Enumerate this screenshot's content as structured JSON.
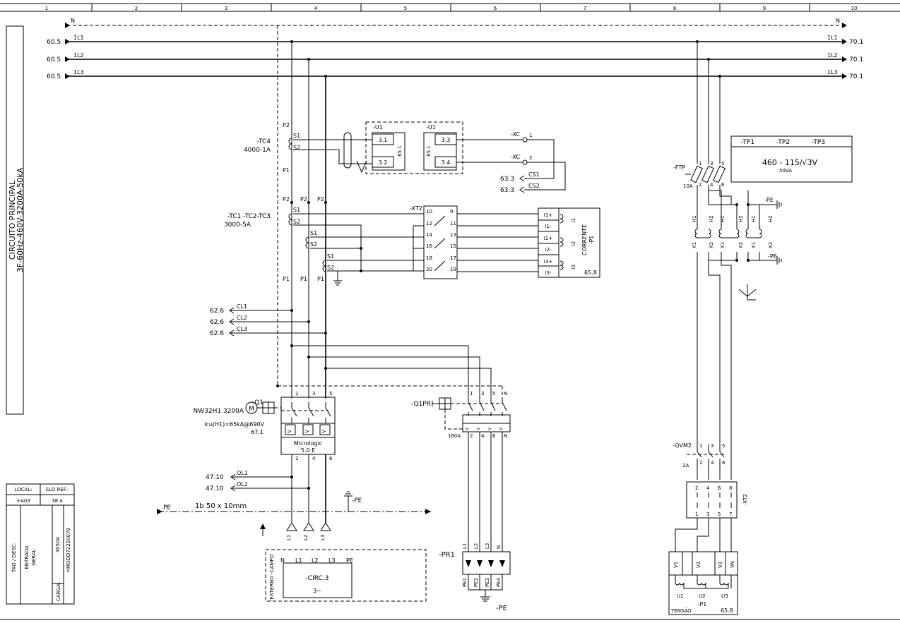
{
  "ruler": [
    "1",
    "2",
    "3",
    "4",
    "5",
    "6",
    "7",
    "8",
    "9",
    "10"
  ],
  "title_block": {
    "vertical_title": "CIRCUITO PRINCIPAL",
    "vertical_subtitle": "3F-60Hz-460V-3200A-50kA",
    "local_label": "LOCAL:",
    "local_value": "+A03",
    "sld_label": "SLD REF.:",
    "sld_value": "38.4",
    "tag_label": "TAG / DESC:",
    "tag_desc_1": "ENTRADA",
    "tag_desc_2": "GERAL",
    "rating": "3050A",
    "code": "=MODD72220078",
    "carga_label": "CARGA:"
  },
  "bus": {
    "n_left": "N",
    "n_right": "N",
    "left_refs": [
      "60.5",
      "60.5",
      "60.5"
    ],
    "right_refs": [
      "70.1",
      "70.1",
      "70.1"
    ],
    "phases": [
      "1L1",
      "1L2",
      "1L3"
    ]
  },
  "tc4": {
    "tag": "-TC4",
    "ratio": "4000-1A",
    "p2": "P2",
    "p1": "P1",
    "s1": "S1",
    "s2": "S2"
  },
  "u1": {
    "tag_a": "-U1",
    "tag_b": "-U1",
    "t31": "3.1",
    "t32": "3.2",
    "t33": "3.3",
    "t34": "3.4",
    "ref_a": "65.1",
    "ref_b": "65.1"
  },
  "xc": {
    "tag1": "-XC",
    "tag2": "-XC",
    "n1": "1",
    "n2": "2",
    "cs1": "CS1",
    "cs2": "CS2",
    "ref1": "63.3",
    "ref2": "63.3"
  },
  "tc123": {
    "tag": "-TC1 -TC2-TC3",
    "ratio": "3000-5A",
    "p2": "P2",
    "p1": "P1",
    "s1": "S1",
    "s2": "S2"
  },
  "xt2a": {
    "tag": "-XT2",
    "left": [
      "10",
      "12",
      "14",
      "16",
      "18",
      "20"
    ],
    "right": [
      "9",
      "11",
      "13",
      "15",
      "17",
      "19"
    ]
  },
  "p1_current": {
    "terms": [
      "I1+",
      "I1-",
      "I2+",
      "I2-",
      "I3+",
      "I3-"
    ],
    "coils": [
      "I1",
      "I2",
      "I3"
    ],
    "name": "CORRENTE",
    "tag": "-P1",
    "ref": "65.8"
  },
  "cl": {
    "refs": [
      "62.6",
      "62.6",
      "62.6"
    ],
    "labels": [
      "CL1",
      "CL2",
      "CL3"
    ]
  },
  "q1": {
    "tag": "-Q1",
    "model": "NW32H1 3200A",
    "icu": "Icu(H1)=65kA@690V",
    "ref": "67.1",
    "trip": "Micrologic",
    "trip2": "5.0 E",
    "top": [
      "1",
      "3",
      "5"
    ],
    "bot": [
      "2",
      "4",
      "6"
    ],
    "m": "M",
    "ol": [
      ">",
      ">",
      ">"
    ]
  },
  "q1pr": {
    "tag": "-Q1PR",
    "top": [
      "1",
      "3",
      "5",
      "N"
    ],
    "bot": [
      "2",
      "4",
      "6",
      "N"
    ],
    "rating": "160A"
  },
  "ol": {
    "refs": [
      "47.10",
      "47.10"
    ],
    "labels": [
      "OL1",
      "OL2"
    ]
  },
  "pe": {
    "bar_label": "PE",
    "bar_desc": "1b 50 x 10mm",
    "tag": "-PE",
    "tag_bottom": "-PE",
    "tag_tr": "-PE",
    "tag_tr2": "-PE"
  },
  "circ3": {
    "tag": "-CIRC.3",
    "phase": "3~",
    "terms": [
      "N",
      "L1",
      "L2",
      "L3",
      "PE"
    ],
    "side": "-EXTERNO -CAMPO",
    "outs": [
      "L1",
      "L2",
      "L3"
    ]
  },
  "pr1": {
    "tag": "-PR1",
    "top": [
      "L1",
      "L2",
      "L3",
      "N"
    ],
    "bot": [
      "PE1",
      "PE2",
      "PE3",
      "PE4"
    ]
  },
  "tp": {
    "tags": [
      "-TP1",
      "-TP2",
      "-TP3"
    ],
    "ratio": "460 - 115/√3V",
    "power": "50VA",
    "h": [
      "H1",
      "H2",
      "H1",
      "H2",
      "H1",
      "H2"
    ],
    "x": [
      "X1",
      "X2",
      "X1",
      "X2",
      "X1",
      "X2"
    ]
  },
  "ftp": {
    "tag": "-FTP",
    "rating": "10A",
    "top": [
      "1",
      "3",
      "5"
    ],
    "bot": [
      "2",
      "4",
      "6"
    ]
  },
  "qvm2": {
    "tag": "-QVM2",
    "rating": "2A",
    "top": [
      "1",
      "3",
      "5"
    ],
    "bot": [
      "2",
      "4",
      "6"
    ]
  },
  "xt2b": {
    "tag": "-XT2",
    "top": [
      "2",
      "4",
      "6",
      "8"
    ],
    "bot": [
      "1",
      "3",
      "5",
      "7"
    ]
  },
  "p1_volt": {
    "terms": [
      "V1",
      "V2",
      "V3",
      "VN"
    ],
    "coils": [
      "U1",
      "U2",
      "U3"
    ],
    "name": "TENSÃO",
    "tag": "-P1",
    "ref": "65.8"
  }
}
